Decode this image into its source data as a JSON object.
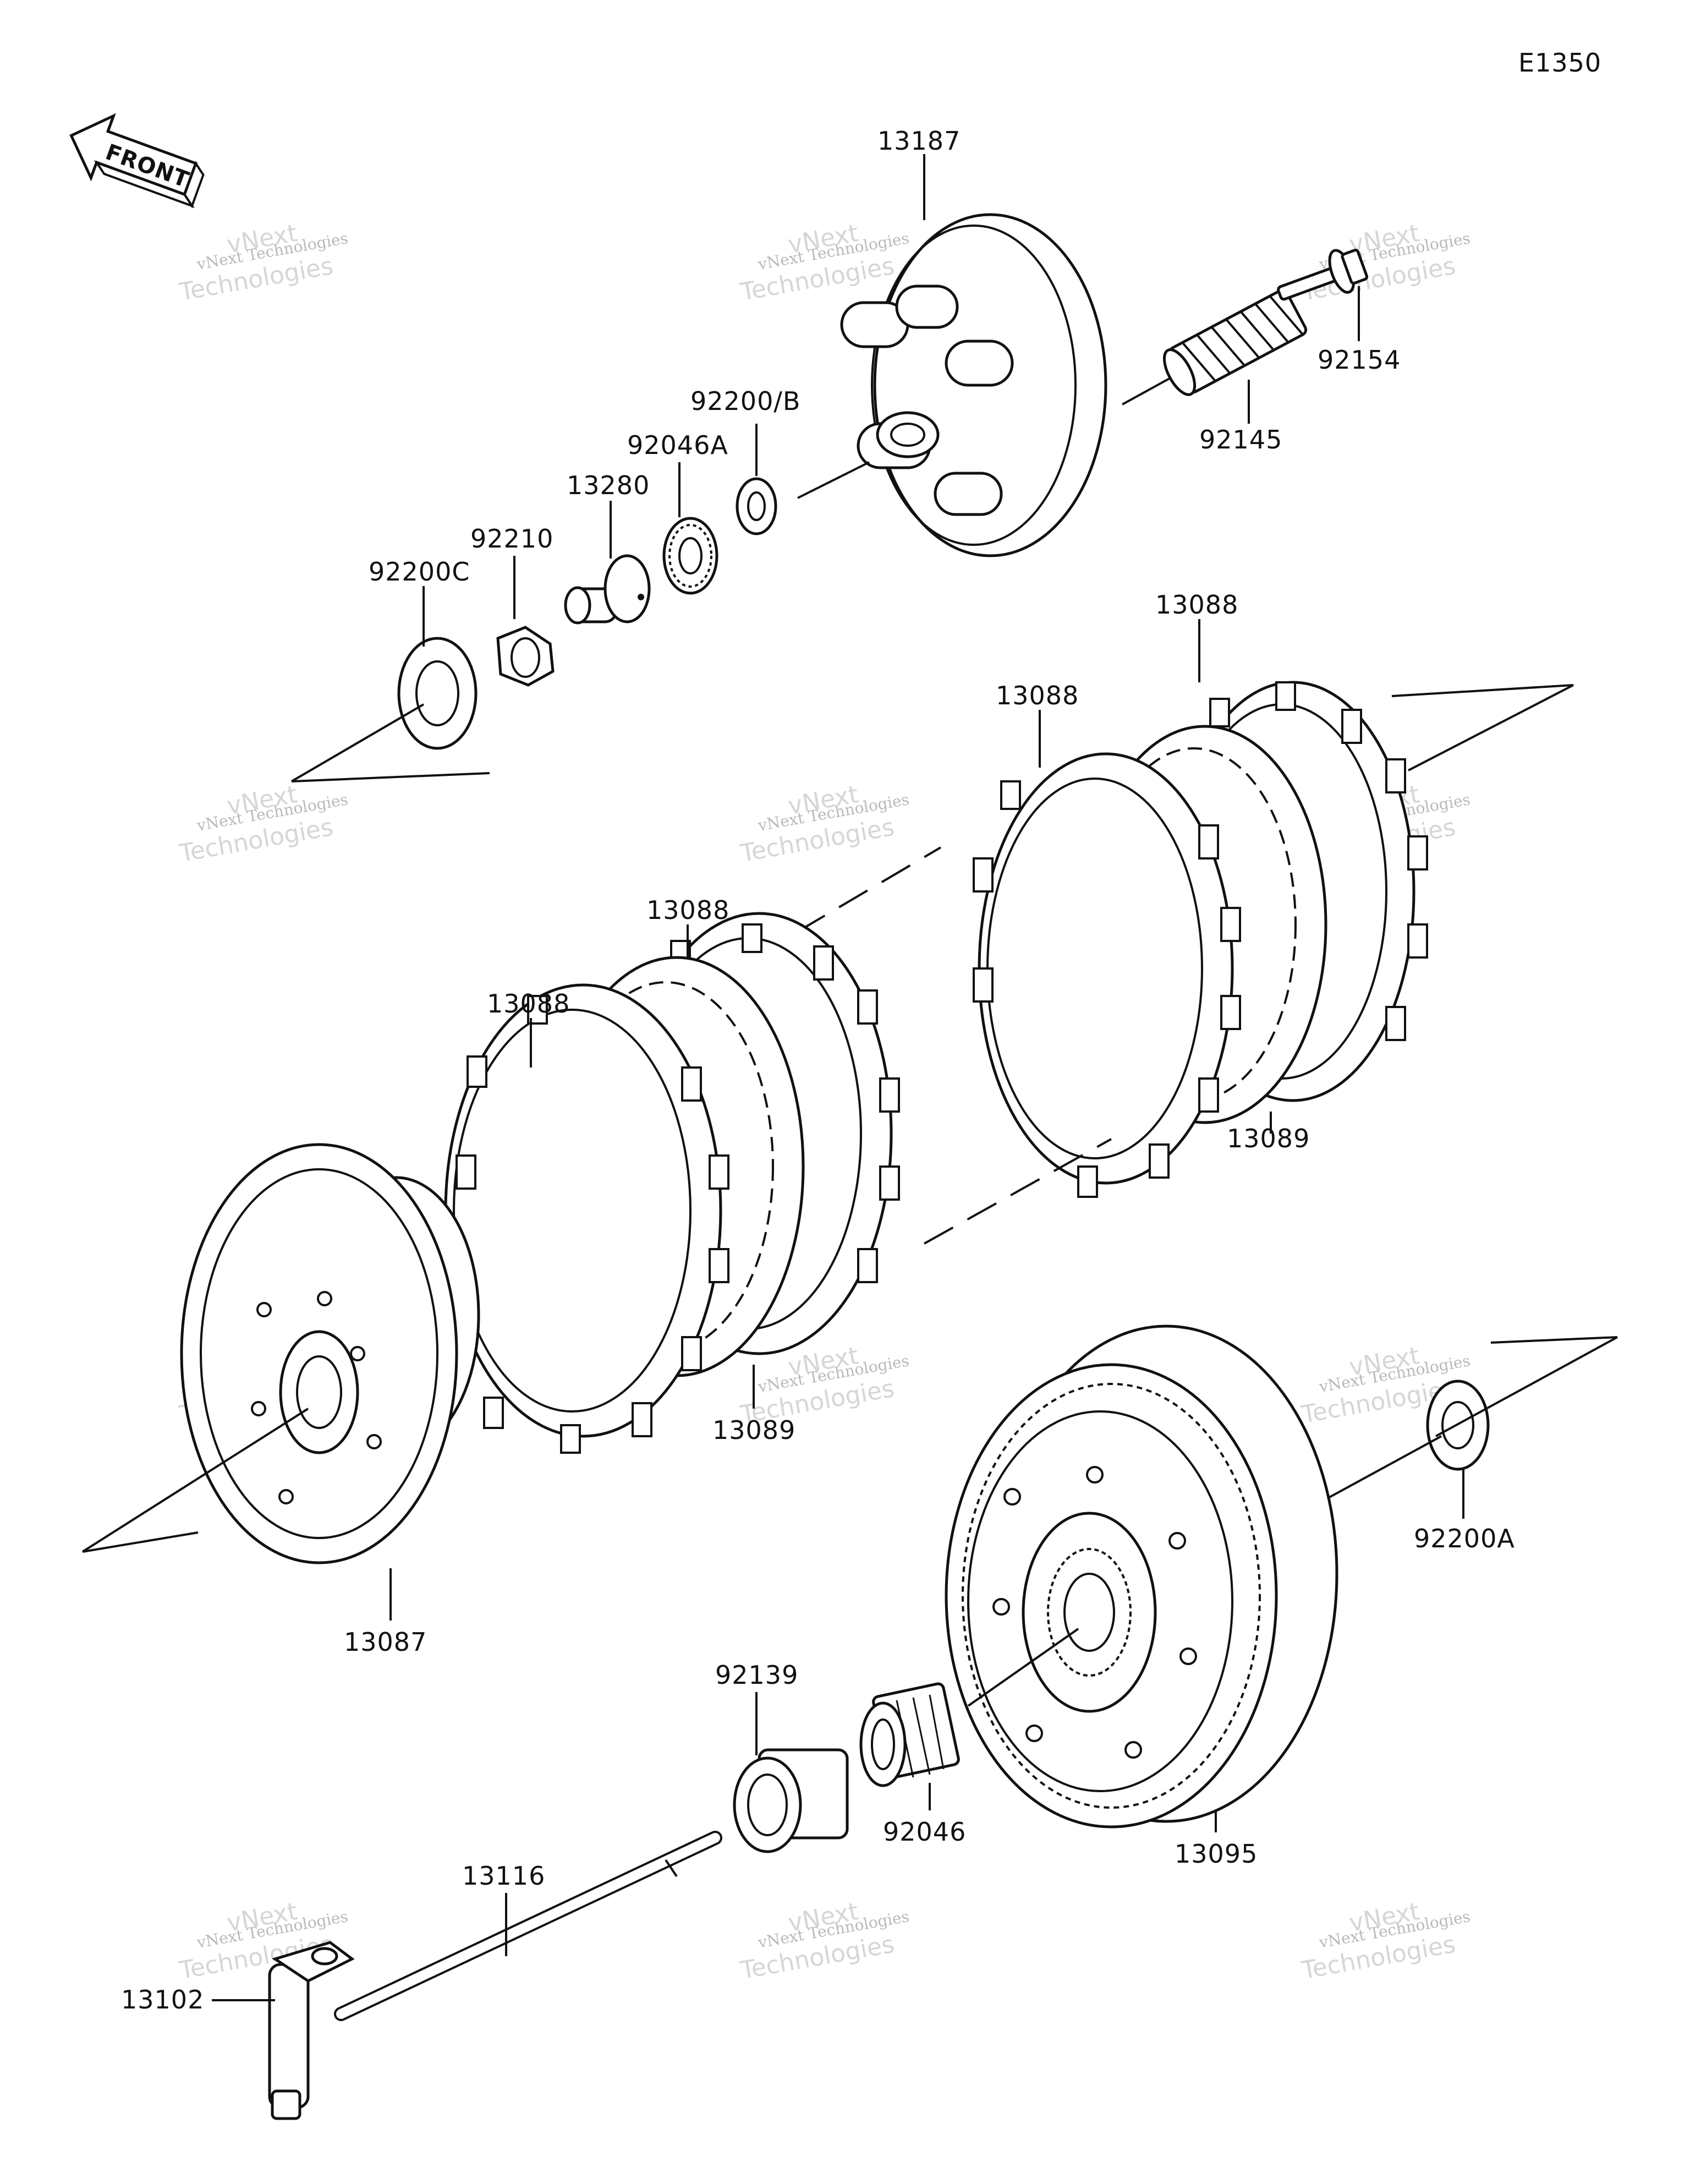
{
  "diagram_code": "E1350",
  "front_label": "FRONT",
  "watermark": {
    "line1": "vNext Technologies",
    "line2": "vNext",
    "line3": "Technologies"
  },
  "parts": {
    "p13187": "13187",
    "p92154": "92154",
    "p92145": "92145",
    "p92200B": "92200/B",
    "p92046A": "92046A",
    "p13280": "13280",
    "p92210": "92210",
    "p92200C": "92200C",
    "p13088a": "13088",
    "p13088b": "13088",
    "p13088c": "13088",
    "p13088d": "13088",
    "p13089a": "13089",
    "p13089b": "13089",
    "p13087": "13087",
    "p92200A": "92200A",
    "p92139": "92139",
    "p92046": "92046",
    "p13095": "13095",
    "p13116": "13116",
    "p13102": "13102"
  }
}
